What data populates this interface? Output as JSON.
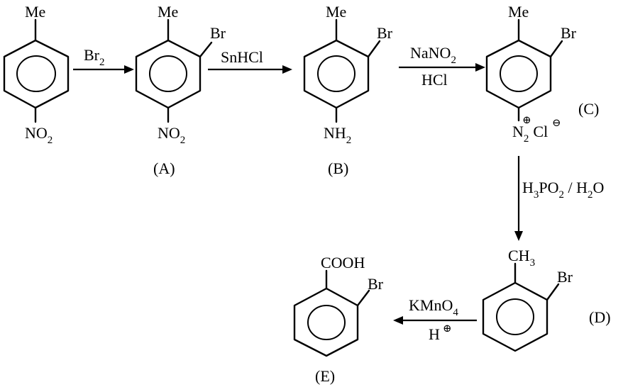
{
  "start": {
    "top": "Me",
    "bottom_main": "NO",
    "bottom_sub": "2"
  },
  "A": {
    "label": "(A)",
    "top": "Me",
    "side": "Br",
    "bottom_main": "NO",
    "bottom_sub": "2"
  },
  "B": {
    "label": "(B)",
    "top": "Me",
    "side": "Br",
    "bottom_main": "NH",
    "bottom_sub": "2"
  },
  "C": {
    "label": "(C)",
    "top": "Me",
    "side": "Br",
    "bottom_main": "N",
    "bottom_sub": "2",
    "charge_plus": "⊕",
    "counter_ion": "Cl",
    "charge_minus": "⊖"
  },
  "D": {
    "label": "(D)",
    "top_main": "CH",
    "top_sub": "3",
    "side": "Br"
  },
  "E": {
    "label": "(E)",
    "top": "COOH",
    "side": "Br"
  },
  "steps": {
    "s1": {
      "main": "Br",
      "sub": "2"
    },
    "s2": {
      "text": "SnHCl"
    },
    "s3": {
      "top_main": "NaNO",
      "top_sub": "2",
      "bottom": "HCl"
    },
    "s4": {
      "h1": "H",
      "s1": "3",
      "po": "PO",
      "s2": "2",
      "mid": " / H",
      "s3": "2",
      "o": "O"
    },
    "s5": {
      "top_main": "KMnO",
      "top_sub": "4",
      "bottom_main": "H",
      "bottom_sup": "⊕"
    }
  }
}
